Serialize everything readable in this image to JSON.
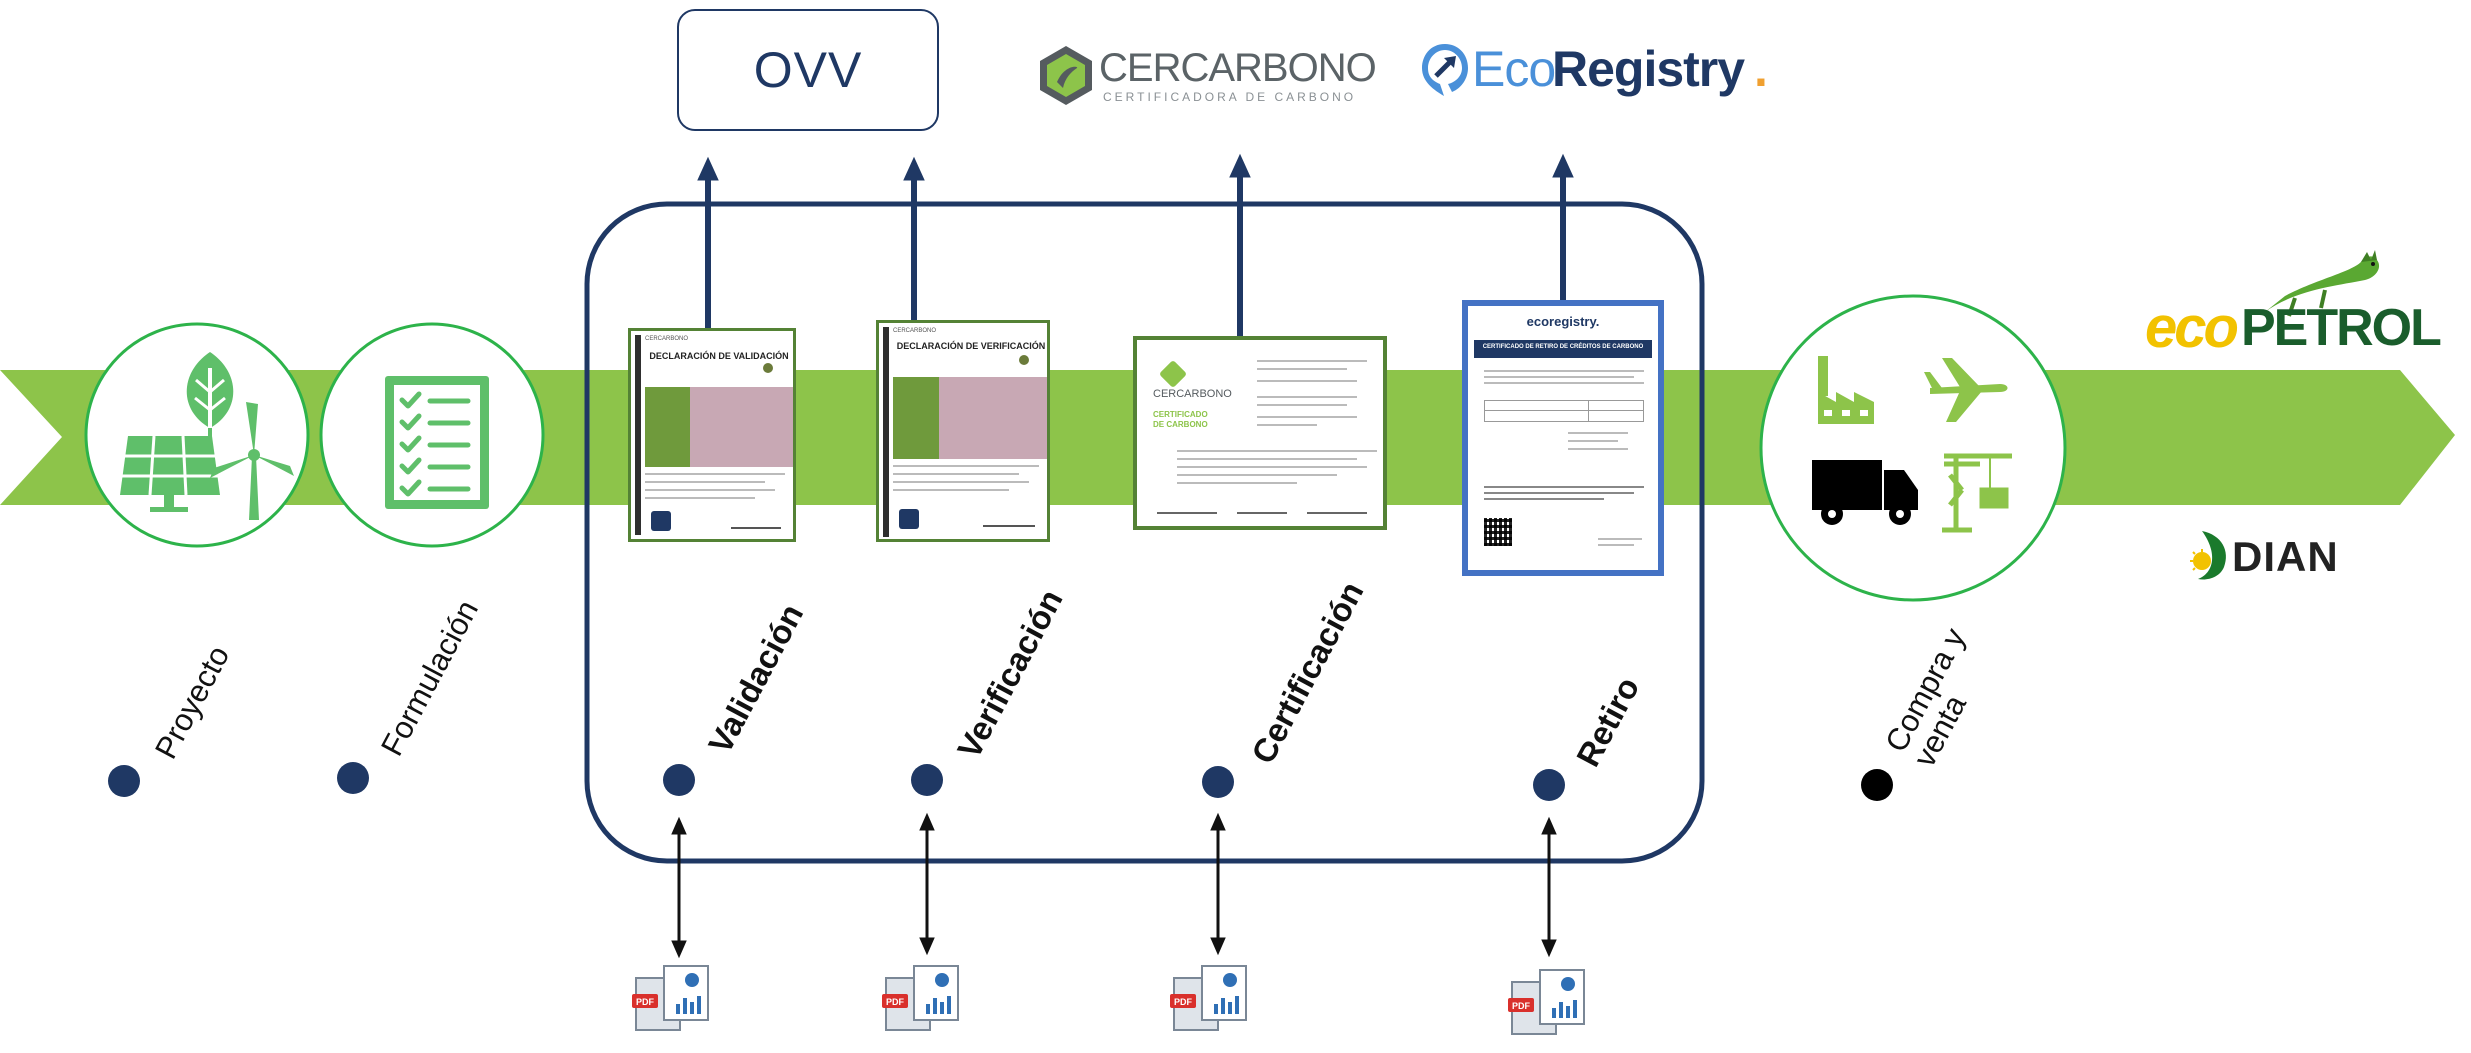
{
  "header": {
    "ovv_label": "OVV",
    "cercarbono_name": "CERCARBONO",
    "cercarbono_tagline": "CERTIFICADORA DE CARBONO",
    "ecoregistry_eco": "Eco",
    "ecoregistry_registry": "Registry",
    "ecoregistry_dot": "."
  },
  "stages": [
    {
      "label": "Proyecto",
      "emphasis": false
    },
    {
      "label": "Formulación",
      "emphasis": false
    },
    {
      "label": "Validación",
      "emphasis": true
    },
    {
      "label": "Verificación",
      "emphasis": true
    },
    {
      "label": "Certificación",
      "emphasis": true
    },
    {
      "label": "Retiro",
      "emphasis": true
    },
    {
      "label": "Compra y\nventa",
      "emphasis": false
    }
  ],
  "documents": {
    "validacion": {
      "org": "CERCARBONO",
      "title": "DECLARACIÓN DE VALIDACIÓN"
    },
    "verificacion": {
      "org": "CERCARBONO",
      "title": "DECLARACIÓN DE VERIFICACIÓN"
    },
    "certificacion": {
      "org": "CERCARBONO",
      "title_line1": "CERTIFICADO",
      "title_line2": "DE CARBONO"
    },
    "retiro": {
      "brand": "ecoregistry.",
      "title": "CERTIFICADO DE RETIRO DE CRÉDITOS DE CARBONO"
    }
  },
  "right_logos": {
    "ecopetrol_eco": "eco",
    "ecopetrol_petrol": "PETROL",
    "dian": "DIAN"
  },
  "pdf_badge": "PDF",
  "colors": {
    "band_green": "#8dc44a",
    "circle_border": "#2db34a",
    "icon_green": "#5fbf6a",
    "navy": "#1f3864",
    "doc_green_border": "#548235",
    "ecoregistry_blue": "#4472c4",
    "ecopetrol_yellow": "#f2c200",
    "ecopetrol_green": "#1a5d2c"
  }
}
